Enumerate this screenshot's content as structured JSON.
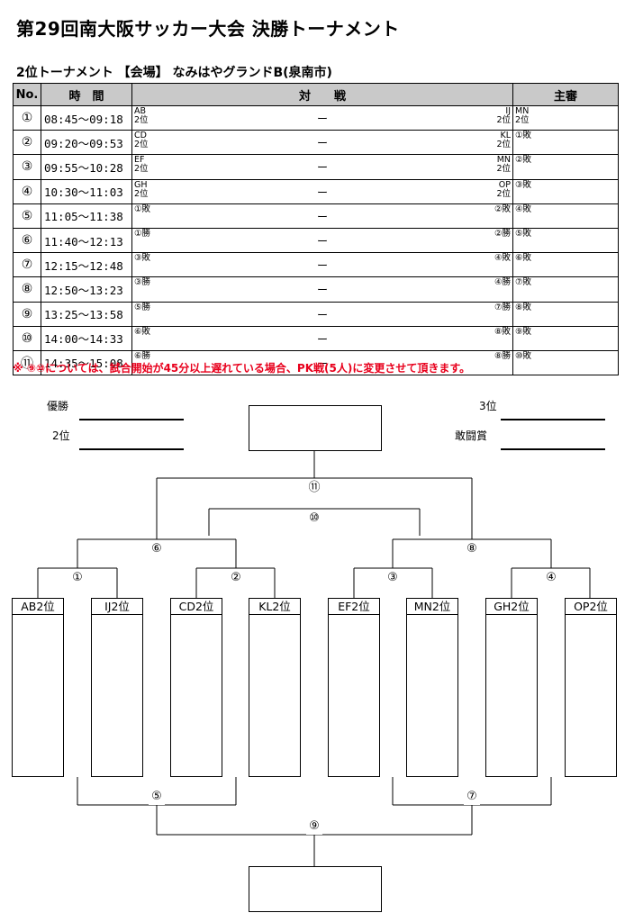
{
  "title": "第29回南大阪サッカー大会 決勝トーナメント",
  "subtitle": "2位トーナメント 【会場】 なみはやグランドB(泉南市)",
  "table": {
    "headers": [
      "No.",
      "時　間",
      "対　　戦",
      "主審"
    ],
    "rows": [
      {
        "no": "①",
        "time": "08:45～09:18",
        "left": "AB\n2位",
        "dash": "ー",
        "right": "IJ\n2位",
        "ref": "MN\n2位"
      },
      {
        "no": "②",
        "time": "09:20～09:53",
        "left": "CD\n2位",
        "dash": "ー",
        "right": "KL\n2位",
        "ref": "①敗"
      },
      {
        "no": "③",
        "time": "09:55～10:28",
        "left": "EF\n2位",
        "dash": "ー",
        "right": "MN\n2位",
        "ref": "②敗"
      },
      {
        "no": "④",
        "time": "10:30～11:03",
        "left": "GH\n2位",
        "dash": "ー",
        "right": "OP\n2位",
        "ref": "③敗"
      },
      {
        "no": "⑤",
        "time": "11:05～11:38",
        "left": "①敗",
        "dash": "ー",
        "right": "②敗",
        "ref": "④敗"
      },
      {
        "no": "⑥",
        "time": "11:40～12:13",
        "left": "①勝",
        "dash": "ー",
        "right": "②勝",
        "ref": "⑤敗"
      },
      {
        "no": "⑦",
        "time": "12:15～12:48",
        "left": "③敗",
        "dash": "ー",
        "right": "④敗",
        "ref": "⑥敗"
      },
      {
        "no": "⑧",
        "time": "12:50～13:23",
        "left": "③勝",
        "dash": "ー",
        "right": "④勝",
        "ref": "⑦敗"
      },
      {
        "no": "⑨",
        "time": "13:25～13:58",
        "left": "⑤勝",
        "dash": "ー",
        "right": "⑦勝",
        "ref": "⑧敗"
      },
      {
        "no": "⑩",
        "time": "14:00～14:33",
        "left": "⑥敗",
        "dash": "ー",
        "right": "⑧敗",
        "ref": "⑨敗"
      },
      {
        "no": "⑪",
        "time": "14:35～15:08",
        "left": "⑥勝",
        "dash": "ー",
        "right": "⑧勝",
        "ref": "⑩敗"
      }
    ]
  },
  "note": "※ ⑨⑩については、試合開始が45分以上遅れている場合、PK戦(5人)に変更させて頂きます。",
  "results": {
    "champion": "優勝",
    "second": "2位",
    "third": "3位",
    "fighting_spirit": "敢闘賞"
  },
  "bracket": {
    "teams": [
      "AB2位",
      "IJ2位",
      "CD2位",
      "KL2位",
      "EF2位",
      "MN2位",
      "GH2位",
      "OP2位"
    ],
    "match_labels": {
      "m1": "①",
      "m2": "②",
      "m3": "③",
      "m4": "④",
      "m5": "⑤",
      "m6": "⑥",
      "m7": "⑦",
      "m8": "⑧",
      "m9": "⑨",
      "m10": "⑩",
      "m11": "⑪"
    }
  }
}
